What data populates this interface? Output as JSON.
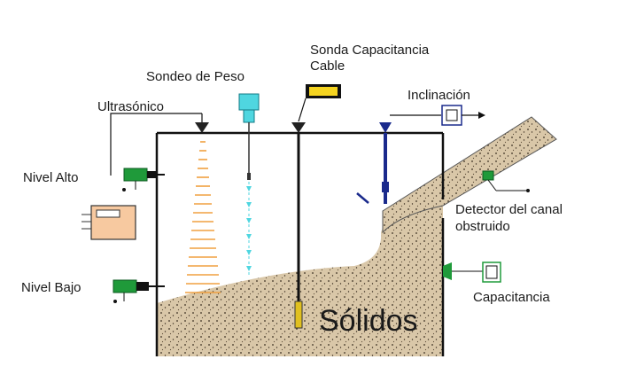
{
  "labels": {
    "sondeo_peso": "Sondeo de Peso",
    "sonda_cap_line1": "Sonda Capacitancia",
    "sonda_cap_line2": "Cable",
    "ultrasonico": "Ultrasónico",
    "inclinacion": "Inclinación",
    "nivel_alto": "Nivel Alto",
    "nivel_bajo": "Nivel Bajo",
    "detector_line1": "Detector del canal",
    "detector_line2": "obstruido",
    "capacitancia": "Capacitancia",
    "solidos": "Sólidos"
  },
  "colors": {
    "solids": "#d9c7a8",
    "ultrasonic_beam": "#f0a040",
    "weight_probe": "#4fd6e0",
    "tilt_probe": "#1a2a8c",
    "switch": "#1f9a3a",
    "cable_probe_tip": "#e0c020",
    "level_box": "#f7c9a0"
  },
  "icons": [
    "ultrasonic-sensor-icon",
    "weight-probe-icon",
    "cable-probe-icon",
    "tilt-sensor-icon",
    "level-switch-icon",
    "capacitance-switch-icon"
  ]
}
